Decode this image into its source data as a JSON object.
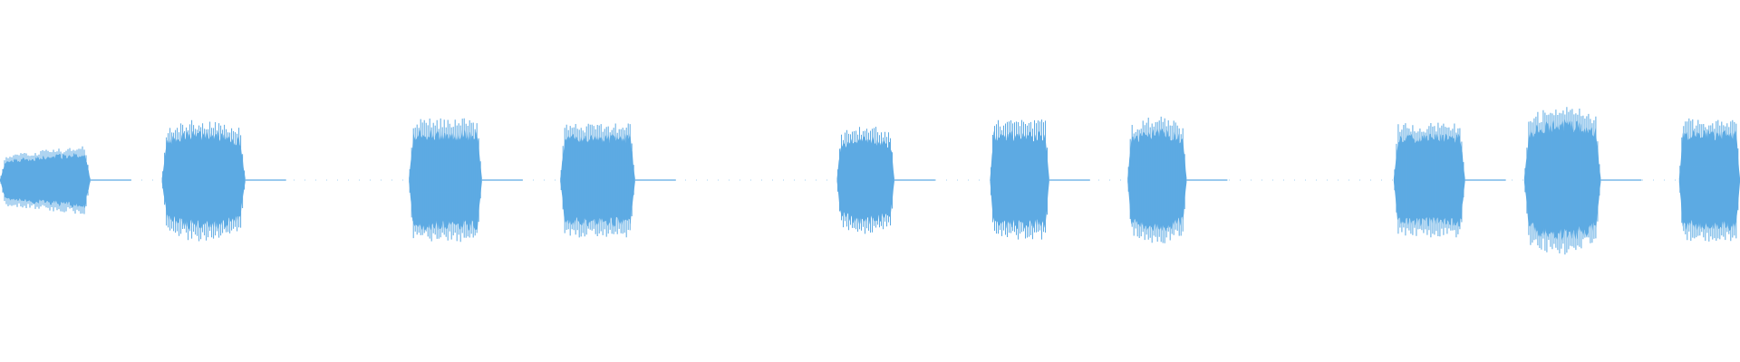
{
  "waveform": {
    "color": "#5DAAE3",
    "background": "#FFFFFF",
    "baseline_color": "#7EBDEB",
    "amplitude_range": [
      -1,
      1
    ],
    "segments": [
      {
        "start": 0.0,
        "end": 0.052,
        "peak": 0.32,
        "shape": "ramp-up"
      },
      {
        "start": 0.093,
        "end": 0.141,
        "peak": 0.56,
        "shape": "dome"
      },
      {
        "start": 0.235,
        "end": 0.277,
        "peak": 0.56,
        "shape": "flat"
      },
      {
        "start": 0.322,
        "end": 0.365,
        "peak": 0.52,
        "shape": "flat"
      },
      {
        "start": 0.481,
        "end": 0.514,
        "peak": 0.5,
        "shape": "dome"
      },
      {
        "start": 0.569,
        "end": 0.603,
        "peak": 0.55,
        "shape": "flat"
      },
      {
        "start": 0.648,
        "end": 0.682,
        "peak": 0.58,
        "shape": "dome"
      },
      {
        "start": 0.801,
        "end": 0.842,
        "peak": 0.52,
        "shape": "flat"
      },
      {
        "start": 0.876,
        "end": 0.92,
        "peak": 0.68,
        "shape": "dome"
      },
      {
        "start": 0.965,
        "end": 1.0,
        "peak": 0.56,
        "shape": "flat"
      }
    ]
  }
}
